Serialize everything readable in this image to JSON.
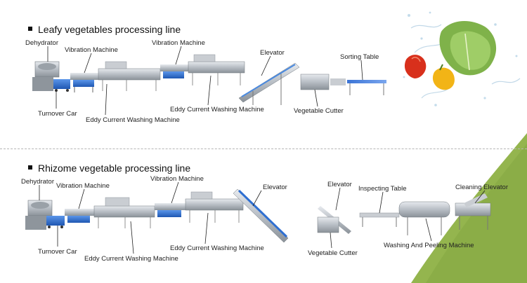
{
  "sections": [
    {
      "title": "Leafy vegetables processing line",
      "labels": {
        "dehydrator": "Dehydrator",
        "vibration_1": "Vibration Machine",
        "vibration_2": "Vibration Machine",
        "elevator": "Elevator",
        "sorting_table": "Sorting Table",
        "turnover_car": "Turnover Car",
        "eddy_1": "Eddy Current Washing Machine",
        "eddy_2": "Eddy Current Washing Machine",
        "vegetable_cutter": "Vegetable Cutter"
      }
    },
    {
      "title": "Rhizome vegetable processing line",
      "labels": {
        "dehydrator": "Dehydrator",
        "vibration_1": "Vibration Machine",
        "vibration_2": "Vibration Machine",
        "elevator_1": "Elevator",
        "elevator_2": "Elevator",
        "inspecting_table": "Inspecting Table",
        "cleaning_elevator": "Cleaning Elevator",
        "turnover_car": "Turnover Car",
        "eddy_1": "Eddy Current Washing Machine",
        "eddy_2": "Eddy Current Washing Machine",
        "vegetable_cutter": "Vegetable Cutter",
        "washing_peeling": "Washing And Peeling Machine"
      }
    }
  ],
  "colors": {
    "machine_steel": "#b9bec4",
    "machine_dark": "#6f767d",
    "accent_blue": "#2f6fd1",
    "background_green": "#8fb04a"
  }
}
